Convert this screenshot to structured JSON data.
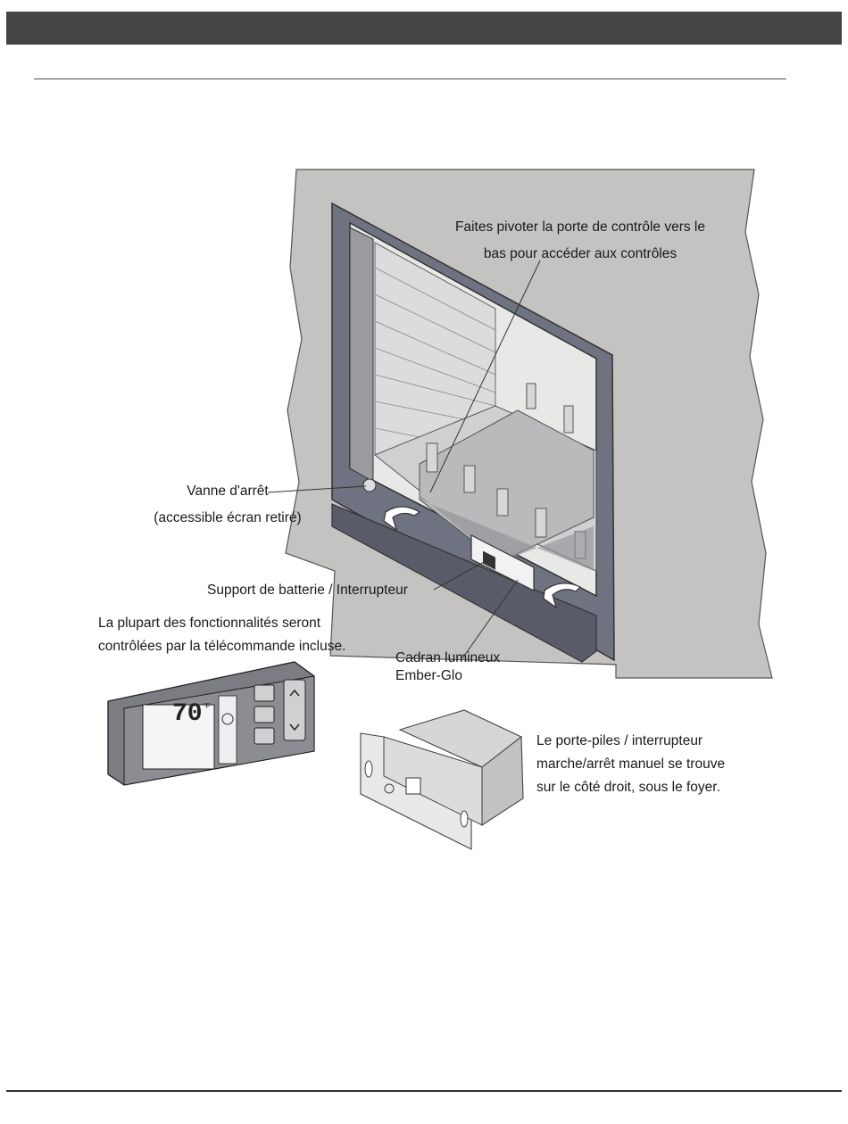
{
  "callouts": {
    "pivot_line1": "Faites pivoter la porte de contrôle vers le",
    "pivot_line2": "bas pour accéder aux contrôles",
    "vanne_line1": "Vanne d'arrêt",
    "vanne_line2": "(accessible écran retiré)",
    "support": "Support de batterie / Interrupteur",
    "remote_line1": "La plupart des fonctionnalités seront",
    "remote_line2": "contrôlées par la télécommande incluse.",
    "cadran_line1": "Cadran lumineux",
    "cadran_line2": "Ember-Glo",
    "holder_line1": "Le porte-piles / interrupteur",
    "holder_line2": "marche/arrêt manuel se trouve",
    "holder_line3": "sur le côté droit, sous le foyer."
  },
  "remote": {
    "temperature": "70",
    "unit": "°F"
  },
  "colors": {
    "header_bar": "#444444",
    "wall": "#c4c3c1",
    "frame": "#6f7280"
  }
}
